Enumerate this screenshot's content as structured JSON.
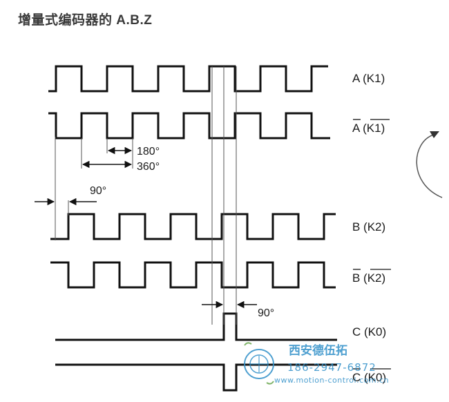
{
  "title": "增量式编码器的 A.B.Z",
  "signals": {
    "a": "A (K1)",
    "a_not": "A (K1)",
    "b": "B (K2)",
    "b_not": "B (K2)",
    "c": "C (K0)",
    "c_not": "C (K0)"
  },
  "annotations": {
    "deg_180": "180°",
    "deg_360": "360°",
    "deg_90_ab": "90°",
    "deg_90_z": "90°"
  },
  "watermark": {
    "company": "西安德伍拓",
    "phone": "186-2947-6872",
    "url": "www.motion-control.com.cn"
  },
  "icons": {
    "rotation": "rotation-arrow-icon",
    "logo": "company-logo-icon"
  },
  "colors": {
    "line": "#111111",
    "guide": "#555555",
    "watermark": "#2f8fc8"
  }
}
